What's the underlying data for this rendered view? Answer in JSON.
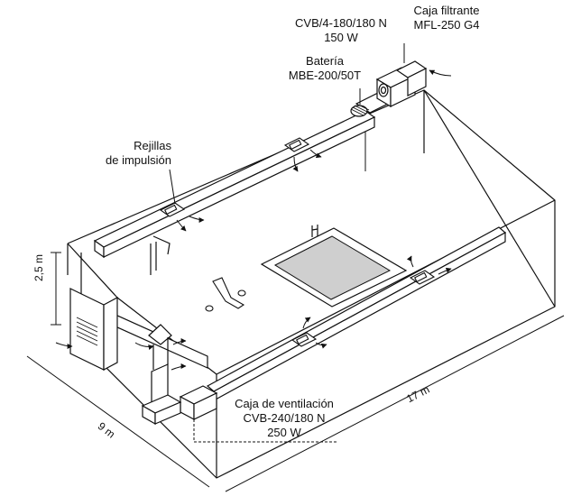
{
  "labels": {
    "cvb_top": {
      "line1": "CVB/4-180/180 N",
      "line2": "150 W"
    },
    "caja_filtrante": {
      "line1": "Caja filtrante",
      "line2": "MFL-250 G4"
    },
    "bateria": {
      "line1": "Batería",
      "line2": "MBE-200/50T"
    },
    "rejillas": {
      "line1": "Rejillas",
      "line2": "de impulsión"
    },
    "caja_ventilacion": {
      "line1": "Caja de ventilación",
      "line2": "CVB-240/180 N",
      "line3": "250 W"
    }
  },
  "dimensions": {
    "height": "2,5 m",
    "width": "9 m",
    "length": "17 m"
  }
}
